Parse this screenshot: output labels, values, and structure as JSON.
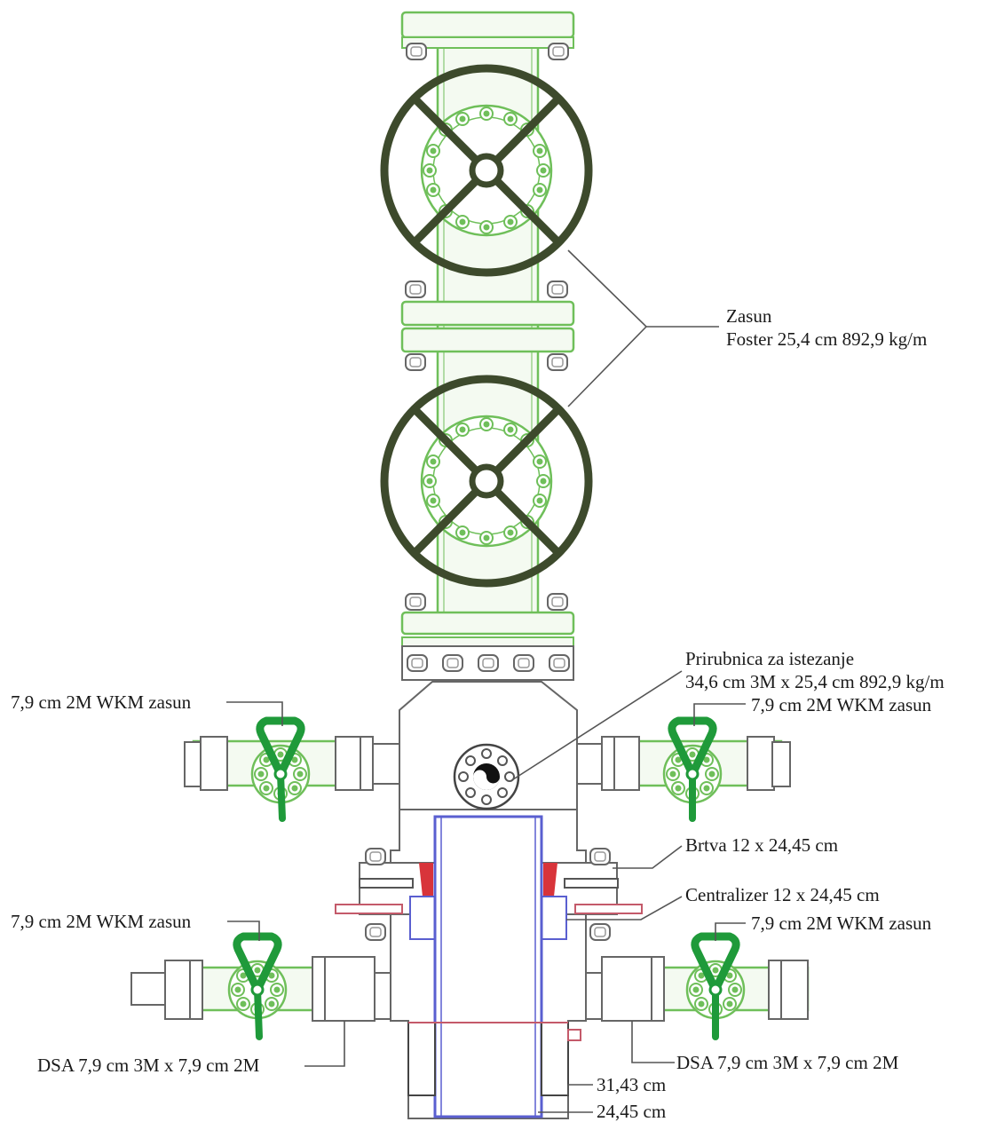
{
  "labels": {
    "zasun_title": "Zasun",
    "zasun_spec": "Foster 25,4 cm 892,9 kg/m",
    "prirubnica_title": "Prirubnica za istezanje",
    "prirubnica_spec": "34,6 cm 3M x 25,4 cm 892,9 kg/m",
    "wkm_upper_left": "7,9 cm 2M WKM zasun",
    "wkm_upper_right": "7,9 cm 2M WKM zasun",
    "brtva": "Brtva 12 x 24,45 cm",
    "centralizer": "Centralizer 12 x 24,45 cm",
    "wkm_lower_left": "7,9 cm 2M WKM zasun",
    "wkm_lower_right": "7,9 cm 2M WKM zasun",
    "dsa_left": "DSA 7,9 cm 3M x 7,9 cm 2M",
    "dsa_right": "DSA 7,9 cm 3M x 7,9 cm 2M",
    "casing_outer": "31,43 cm",
    "casing_inner": "24,45 cm"
  },
  "colors": {
    "equipment_outline": "#6fbf5a",
    "equipment_fill": "#f4faf1",
    "handwheel": "#3d4a2c",
    "valve_handle": "#1f9a3a",
    "casing_blue": "#5a5fd0",
    "seal_red": "#d8343a",
    "leader_line": "#555555",
    "body_outline": "#666666"
  }
}
